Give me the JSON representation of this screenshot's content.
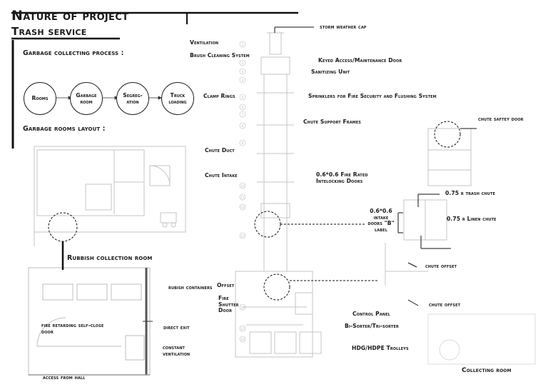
{
  "title": "Nature of project",
  "subtitle": "Trash service",
  "process_heading": "Garbage collecting process :",
  "layout_heading": "Garbage rooms layout :",
  "process_steps": [
    "Rooms",
    "Garbage room",
    "Segreg-ation",
    "Truck loading"
  ],
  "chute_labels": {
    "storm_cap": "storm weather cap",
    "ventilation": "Ventilation",
    "brush": "Brush Cleaning System",
    "keyed": "Keyed Access/Maintenance Door",
    "sanitizing": "Sanitizing Unit",
    "clamp": "Clamp Rings",
    "sprinklers": "Sprinklers for Fire Security and Flushing System",
    "support": "Chute Support Frames",
    "duct": "Chute Duct",
    "intake": "Chute Intake",
    "fire_doors": "0.6*0.6 Fire Rated Intelocking Doors",
    "intake_doors": "0.6*0.6 intake doors \"B\" label",
    "offset": "Offset",
    "fire_shutter": "Fire Shutter Door",
    "control": "Control Panel",
    "sorter": "Bi-Sorter/Tri-sorter",
    "trolleys": "HDG/HDPE Trolleys",
    "collecting": "Collecting room"
  },
  "right_labels": {
    "safety_door": "chute saftey door",
    "trash_chute": "0.75 r trash chute",
    "linen_chute": "0.75 r Linen chute",
    "offset1": "chute offset",
    "offset2": "chute offset"
  },
  "left_labels": {
    "rubbish_room": "Rubbish collection room",
    "containers": "rubish containers",
    "fire_door": "fire retarding self-close door",
    "direct_exit": "direct exit",
    "ventilation": "constant ventilation",
    "access": "access from hall"
  },
  "chute_numbers": [
    "1",
    "2",
    "3",
    "4",
    "5",
    "6",
    "7",
    "8",
    "9",
    "10",
    "11",
    "12",
    "13",
    "14",
    "15",
    "16"
  ],
  "colors": {
    "ink": "#1a1a1a",
    "faint": "#c4c4c4"
  }
}
